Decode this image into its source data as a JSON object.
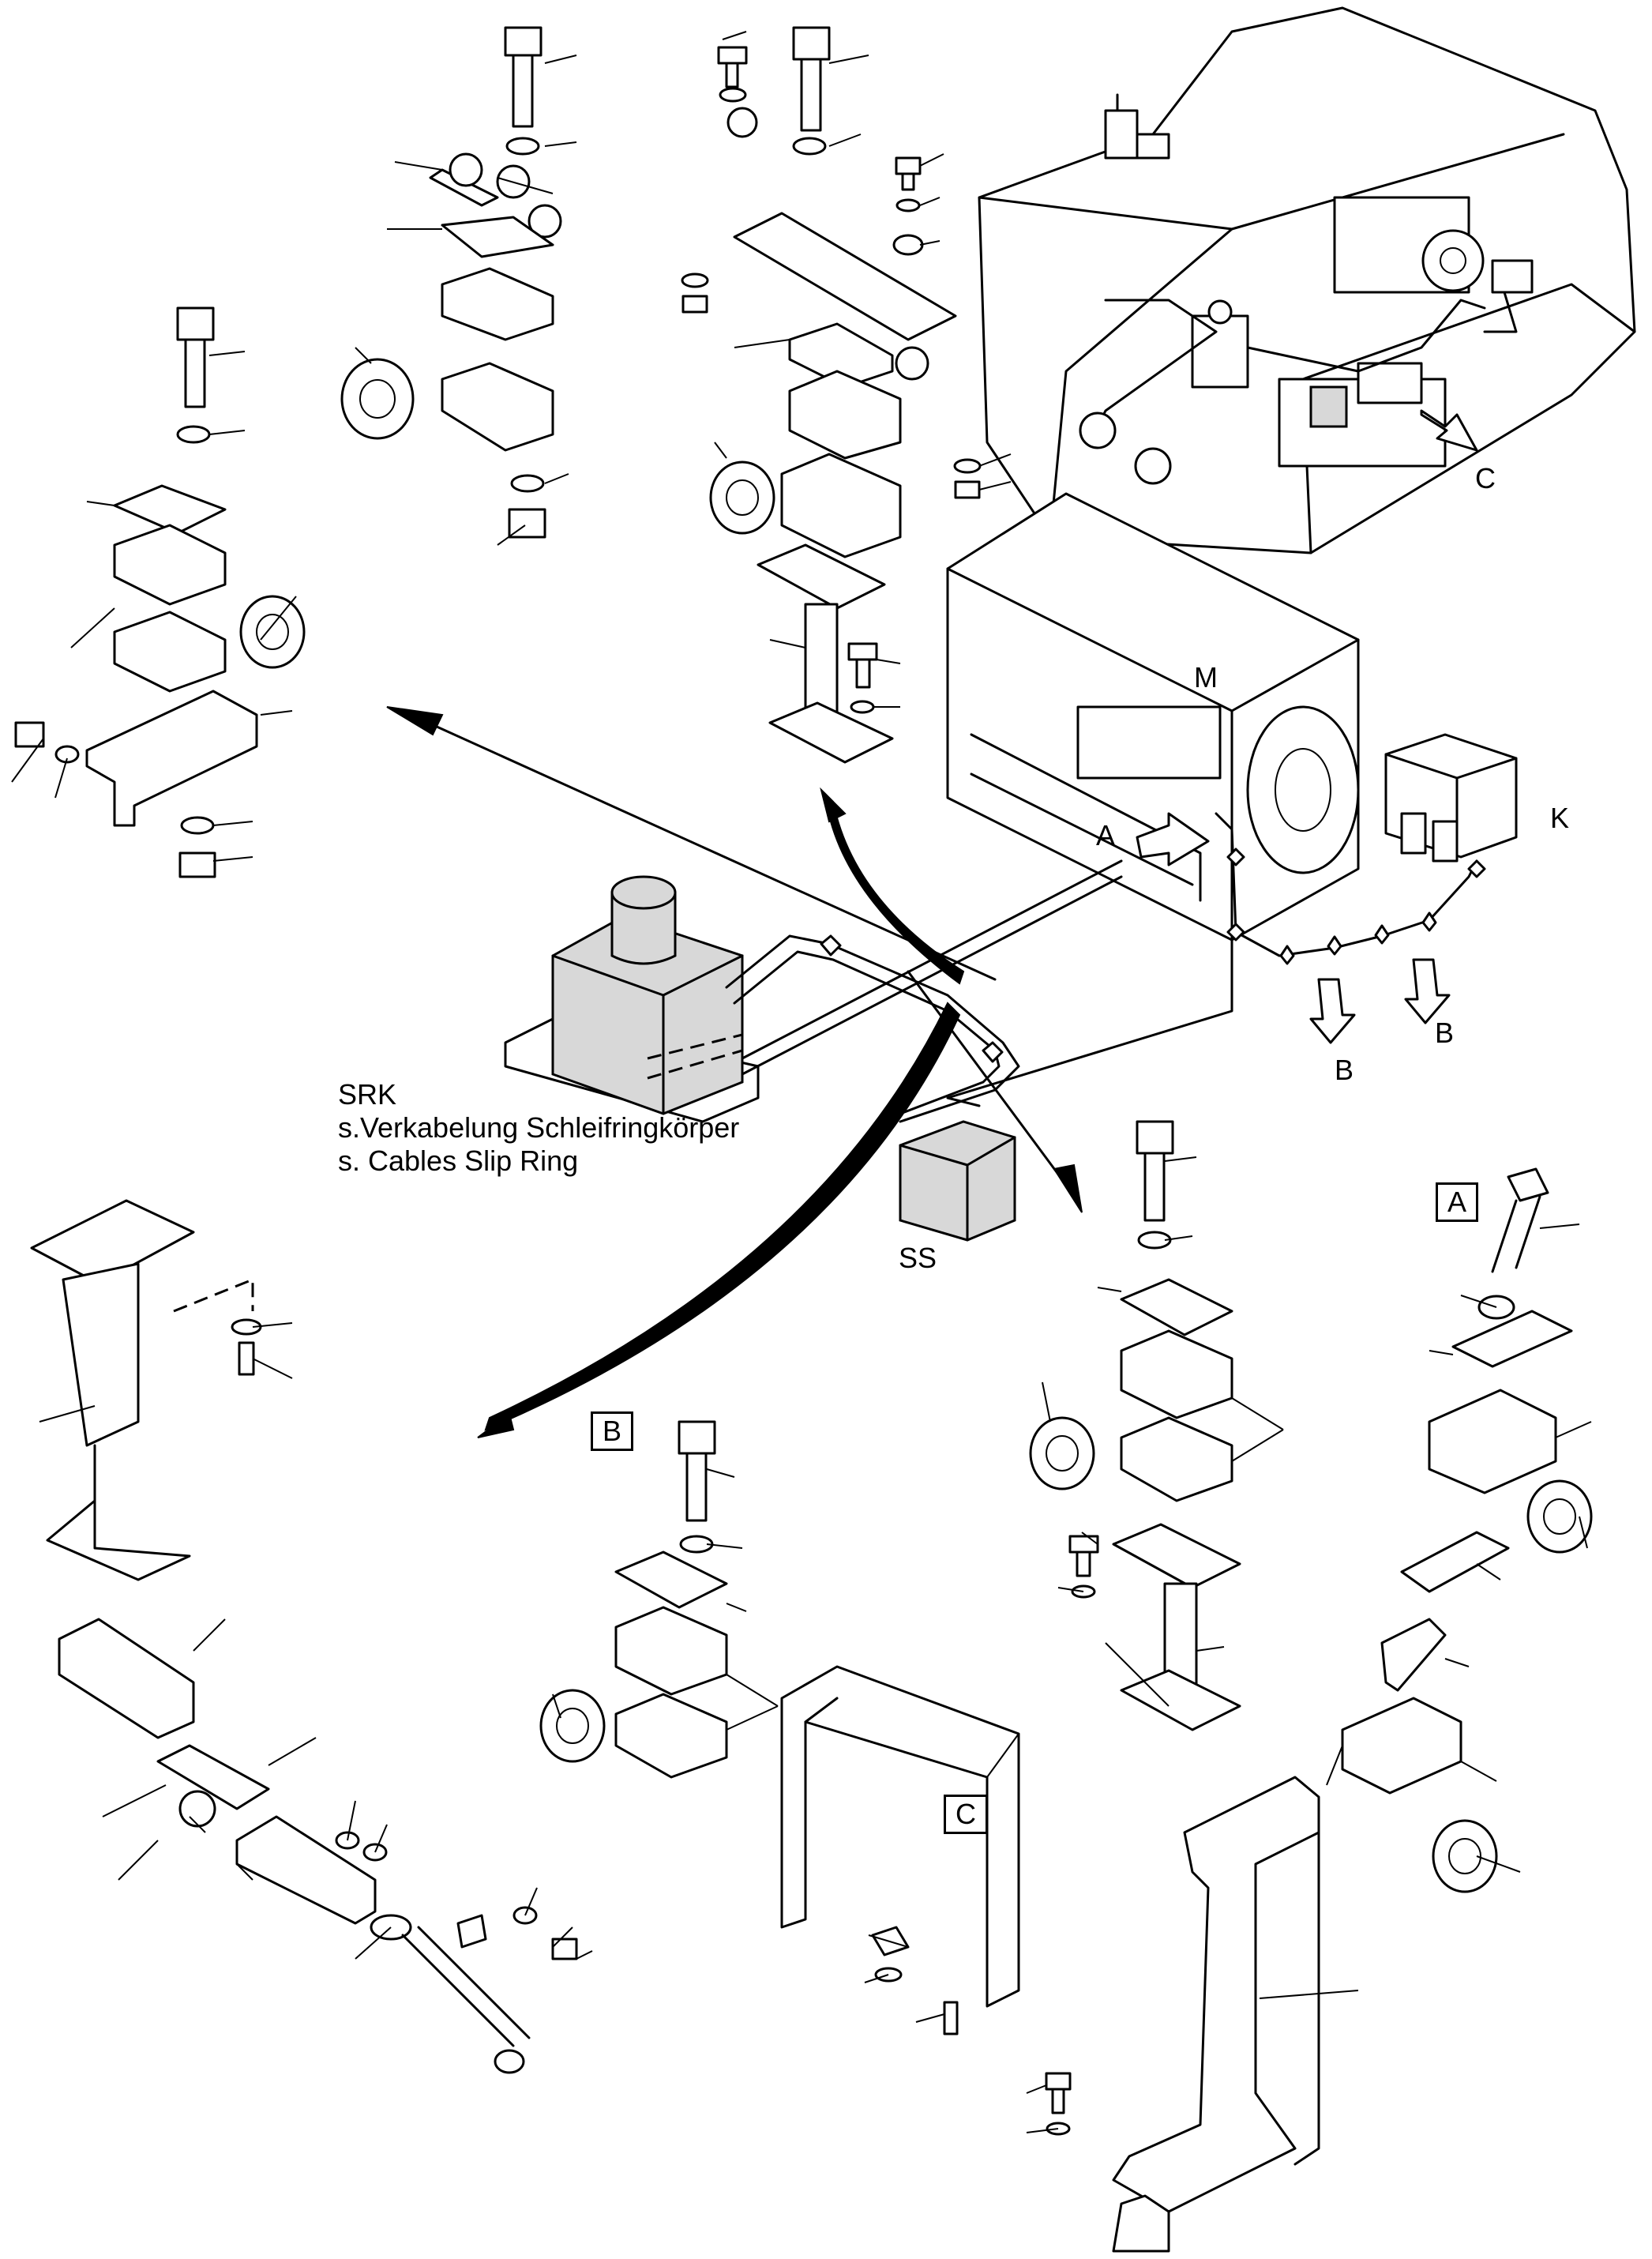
{
  "labels": {
    "m": "M",
    "k": "K",
    "ss": "SS",
    "a_arrow": "A",
    "b_arrow_1": "B",
    "b_arrow_2": "B",
    "c_arrow": "C",
    "detail_a": "A",
    "detail_b": "B",
    "detail_c": "C"
  },
  "srk_note": {
    "line1": "SRK",
    "line2": "s.Verkabelung Schleifringkörper",
    "line3": "s. Cables Slip Ring"
  }
}
